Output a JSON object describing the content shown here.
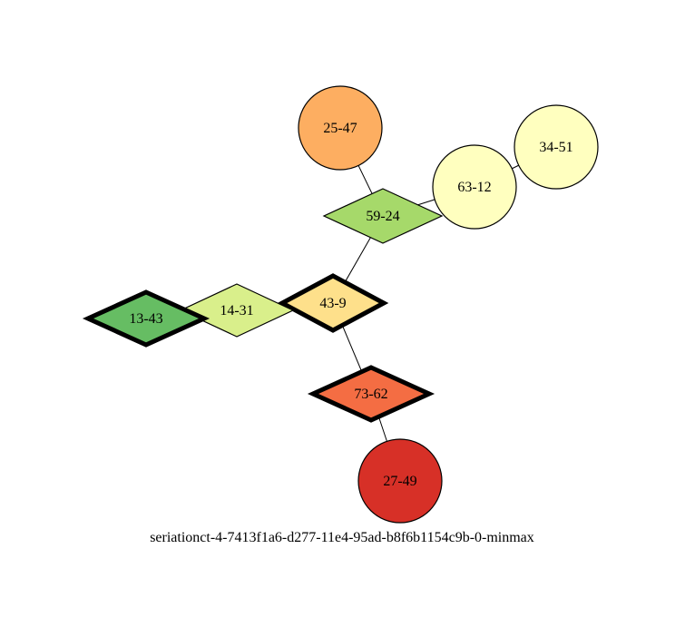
{
  "graph": {
    "caption": "seriationct-4-7413f1a6-d277-11e4-95ad-b8f6b1154c9b-0-minmax",
    "nodes": [
      {
        "id": "25-47",
        "label": "25-47",
        "shape": "circle",
        "fill": "#fdae61",
        "border": "thin"
      },
      {
        "id": "34-51",
        "label": "34-51",
        "shape": "circle",
        "fill": "#ffffbf",
        "border": "thin"
      },
      {
        "id": "63-12",
        "label": "63-12",
        "shape": "circle",
        "fill": "#ffffbf",
        "border": "thin"
      },
      {
        "id": "59-24",
        "label": "59-24",
        "shape": "diamond",
        "fill": "#a6d96a",
        "border": "thin"
      },
      {
        "id": "43-9",
        "label": "43-9",
        "shape": "diamond",
        "fill": "#fee08b",
        "border": "thick"
      },
      {
        "id": "14-31",
        "label": "14-31",
        "shape": "diamond",
        "fill": "#d9ef8b",
        "border": "thin"
      },
      {
        "id": "13-43",
        "label": "13-43",
        "shape": "diamond",
        "fill": "#66bd63",
        "border": "thick"
      },
      {
        "id": "73-62",
        "label": "73-62",
        "shape": "diamond",
        "fill": "#f46d43",
        "border": "thick"
      },
      {
        "id": "27-49",
        "label": "27-49",
        "shape": "circle",
        "fill": "#d73027",
        "border": "thin"
      }
    ],
    "edges": [
      {
        "from": "25-47",
        "to": "59-24"
      },
      {
        "from": "59-24",
        "to": "63-12"
      },
      {
        "from": "63-12",
        "to": "34-51"
      },
      {
        "from": "59-24",
        "to": "43-9"
      },
      {
        "from": "43-9",
        "to": "14-31"
      },
      {
        "from": "14-31",
        "to": "13-43"
      },
      {
        "from": "43-9",
        "to": "73-62"
      },
      {
        "from": "73-62",
        "to": "27-49"
      }
    ]
  }
}
